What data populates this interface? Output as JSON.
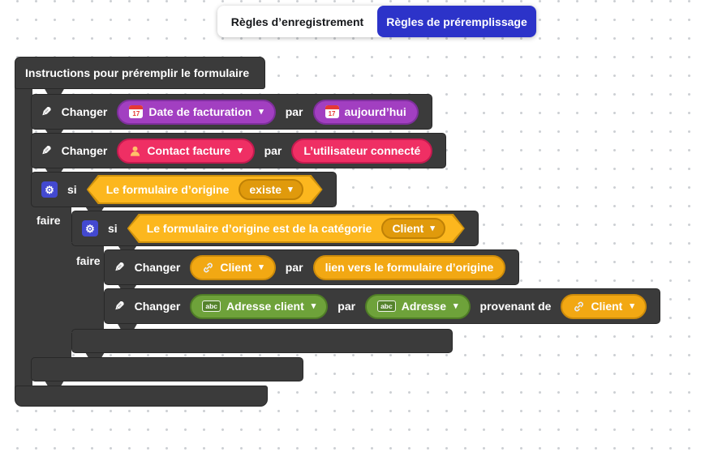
{
  "tabs": {
    "items": [
      {
        "label": "Règles d’enregistrement",
        "active": false
      },
      {
        "label": "Règles de préremplissage",
        "active": true
      }
    ]
  },
  "hat": {
    "title": "Instructions pour préremplir le formulaire"
  },
  "labels": {
    "changer": "Changer",
    "par": "par",
    "si": "si",
    "faire": "faire",
    "provenant_de": "provenant de",
    "abc": "abc",
    "calendar_day": "17"
  },
  "icons": {
    "pencil": "✎",
    "gear": "⚙",
    "dropdown_arrow": "▾"
  },
  "set_date": {
    "field": "Date de facturation",
    "value": "aujourd’hui"
  },
  "set_contact": {
    "field": "Contact facture",
    "value": "L’utilisateur connecté"
  },
  "cond_exists": {
    "subject": "Le formulaire d’origine",
    "operator": "existe"
  },
  "cond_category": {
    "subject": "Le formulaire d’origine est de la catégorie",
    "value": "Client"
  },
  "set_client": {
    "field": "Client",
    "value": "lien vers le formulaire d’origine"
  },
  "set_address": {
    "field": "Adresse client",
    "value": "Adresse",
    "source": "Client"
  },
  "colors": {
    "tab_active_blue": "#2c33c9",
    "block_dark": "#3b3b3b",
    "purple": "#a23fc1",
    "pink": "#ef2f64",
    "gold": "#f2a813",
    "hex_gold": "#fcb71e",
    "green": "#6ea23a",
    "gear_badge_blue": "#4349d0",
    "calendar_red": "#e53935"
  }
}
